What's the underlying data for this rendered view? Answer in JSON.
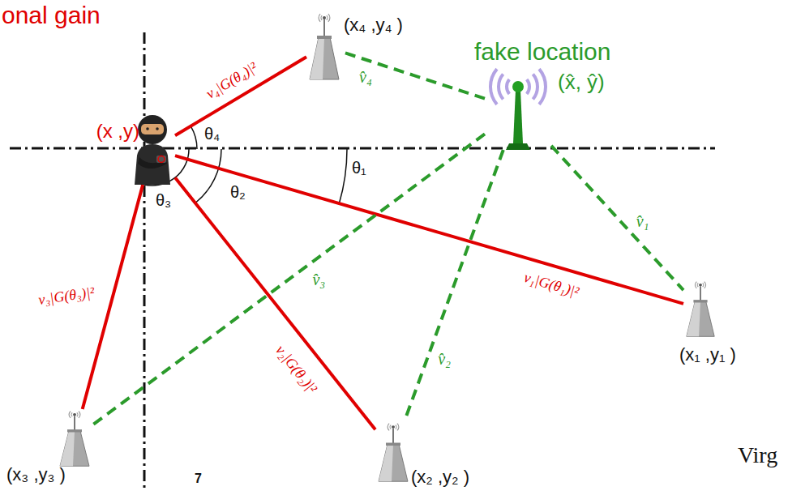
{
  "diagram": {
    "nodes": [
      {
        "text": [
          "(x ,y)"
        ]
      },
      {
        "text": [
          "(x₄ ,y₄ )"
        ]
      },
      {
        "text": [
          "fake location",
          "(x̂, ŷ)"
        ]
      },
      {
        "text": [
          "(x₁ ,y₁ )"
        ]
      },
      {
        "text": [
          "(x₃ ,y₃ )"
        ]
      },
      {
        "text": [
          "(x₂ ,y₂ )"
        ]
      }
    ],
    "edges": [
      {
        "from": 0,
        "to": 1,
        "arrow": "none",
        "label": "v₄|G(θ₄)|²"
      },
      {
        "from": 0,
        "to": 3,
        "arrow": "none",
        "label": "v₁|G(θ₁)|²"
      },
      {
        "from": 0,
        "to": 5,
        "arrow": "none",
        "label": "v₂|G(θ₂)|²"
      },
      {
        "from": 0,
        "to": 4,
        "arrow": "none",
        "label": "v₃|G(θ₃)|²"
      },
      {
        "from": 2,
        "to": 1,
        "arrow": "none",
        "label": "v̂₄"
      },
      {
        "from": 2,
        "to": 3,
        "arrow": "none",
        "label": "v̂₁"
      },
      {
        "from": 2,
        "to": 5,
        "arrow": "none",
        "label": "v̂₂"
      },
      {
        "from": 2,
        "to": 4,
        "arrow": "none",
        "label": "v̂₃"
      }
    ],
    "labels": [
      "onal gain",
      "θ₄",
      "θ₁",
      "θ₂",
      "θ₃",
      "7",
      "Virg"
    ]
  }
}
